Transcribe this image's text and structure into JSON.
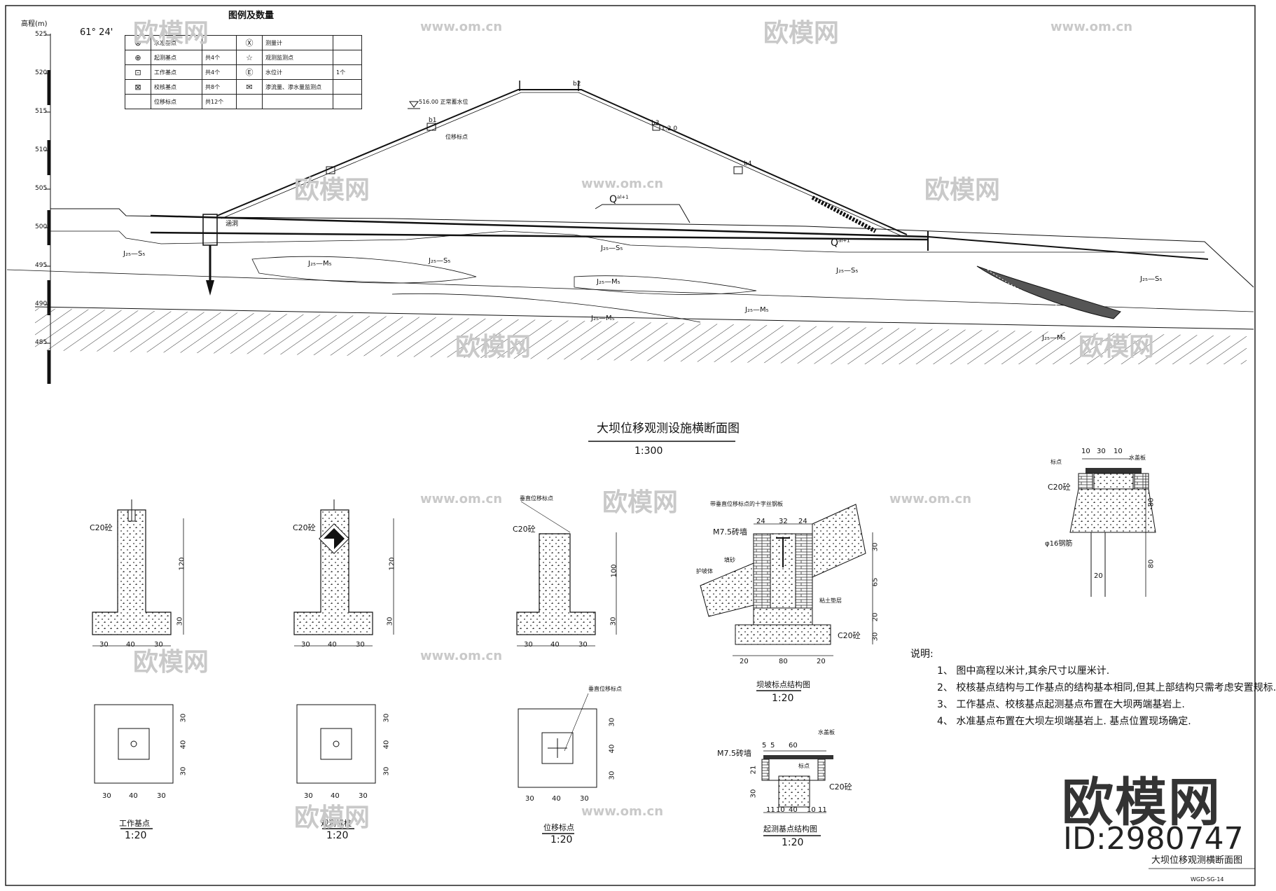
{
  "legend": {
    "title": "图例及数量",
    "rows": [
      {
        "sym": "⊗",
        "name": "水准基点",
        "count": "",
        "sym2": "Ⓧ",
        "name2": "测量计",
        "count2": ""
      },
      {
        "sym": "⊕",
        "name": "起测基点",
        "count": "共4个",
        "sym2": "☆",
        "name2": "观测监测点",
        "count2": ""
      },
      {
        "sym": "⊡",
        "name": "工作基点",
        "count": "共4个",
        "sym2": "Ⓔ",
        "name2": "水位计",
        "count2": "1个"
      },
      {
        "sym": "⊠",
        "name": "校核基点",
        "count": "共8个",
        "sym2": "✉",
        "name2": "渗流量、渗水量监测点",
        "count2": ""
      },
      {
        "sym": "",
        "name": "位移标点",
        "count": "共12个",
        "sym2": "",
        "name2": "",
        "count2": ""
      }
    ]
  },
  "section": {
    "elevation_axis_label": "高程(m)",
    "angle_label": "61° 24'",
    "ticks": [
      "525",
      "520",
      "515",
      "510",
      "505",
      "500",
      "495",
      "490",
      "485"
    ],
    "water_level_label": "516.00  正常蓄水位",
    "marker_label": "位移标点",
    "culvert_label": "涵洞",
    "berm_labels": [
      "b1",
      "b2",
      "b3",
      "b4"
    ],
    "slope_label": "1:2.0",
    "q_label": "Q",
    "q_super": "al+1",
    "q2_super": "al+1",
    "strata": [
      "J₂₅—S₅",
      "J₂₅—M₅",
      "J₂₅—S₅",
      "J₂₅—S₅",
      "J₂₅—M₅",
      "J₂₅—S₅",
      "J₂₅—S₅",
      "J₂₅—M₅",
      "J₂₅—M₅",
      "J₂₅—M₅"
    ],
    "title": "大坝位移观测设施横断面图",
    "scale": "1:300"
  },
  "details": {
    "c20": "C20砼",
    "m75": "M7.5砖墙",
    "dims_30": "30",
    "dims_40": "40",
    "dims_120": "120",
    "dims_100": "100",
    "dims_60": "60",
    "dims_80": "80",
    "dims_65": "65",
    "dims_20": "20",
    "dims_24": "24",
    "dims_32": "32",
    "dims_10": "10",
    "dims_5": "5",
    "dims_21": "21",
    "dims_11": "11",
    "vertical_marker": "垂直位移标点",
    "vertical_marker2": "垂直位移标点",
    "slope_cap": "带垂直位移标点的十字丝钢板",
    "protect": "护坡体",
    "gravel": "填砂",
    "soil": "粘土垫层",
    "label_point": "标点",
    "water_plate": "水盖板",
    "rebar": "φ16钢筋",
    "cover_plate": "水盖板",
    "label_point2": "标点",
    "titles": {
      "work_base": "工作基点",
      "check_base": "观测标桩",
      "disp_marker": "位移标点",
      "slope_marker": "坝坡标点结构图",
      "start_base": "起测基点结构图"
    },
    "scale_120": "1:20"
  },
  "notes": {
    "heading": "说明:",
    "items": [
      "1、 图中高程以米计,其余尺寸以厘米计.",
      "2、 校核基点结构与工作基点的结构基本相同,但其上部结构只需考虑安置规标.",
      "3、 工作基点、校核基点起测基点布置在大坝两端基岩上.",
      "4、 水准基点布置在大坝左坝端基岩上. 基点位置现场确定."
    ]
  },
  "footer": {
    "brand": "欧模网",
    "id": "ID:2980747",
    "sheet_title": "大坝位移观测横断面图",
    "drawing_no": "WGD-SG-14"
  },
  "watermarks": [
    "欧模网",
    "www.om.cn"
  ]
}
